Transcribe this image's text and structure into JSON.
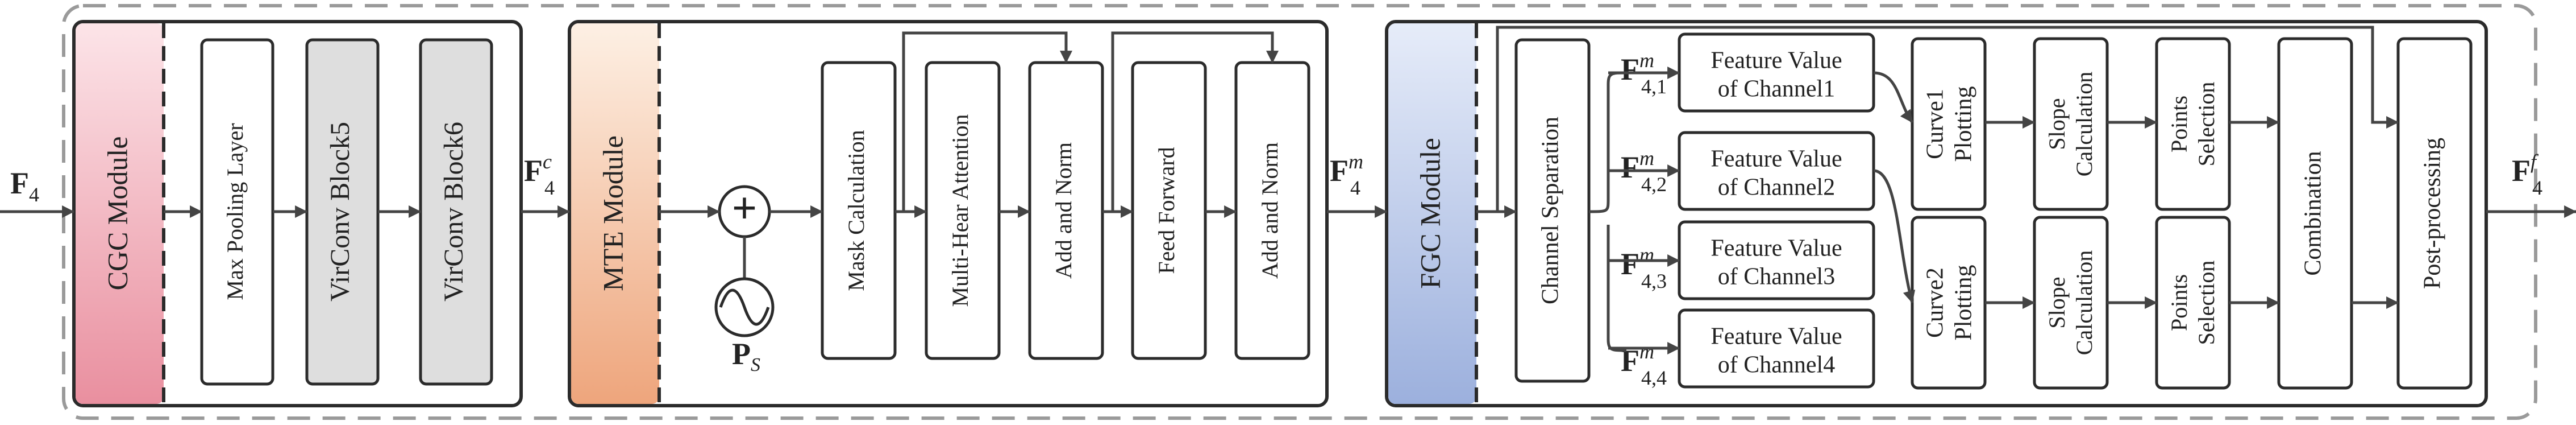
{
  "colors": {
    "stroke": "#2b2b2b",
    "outer_dash": "#9a9a9a",
    "cgc_grad": [
      "#fce4e8",
      "#e98f9f"
    ],
    "mte_grad": [
      "#fdf0e4",
      "#eea57c"
    ],
    "fgc_grad": [
      "#e6ecf9",
      "#9cb0dd"
    ],
    "virconv_fill": "#dedede"
  },
  "symbols": {
    "plus": "+",
    "sine_source": "sine-wave-source"
  },
  "io": {
    "f4": {
      "main": "F",
      "sub": "4",
      "sup": ""
    },
    "f4c": {
      "main": "F",
      "sub": "4",
      "sup": "c"
    },
    "f4m": {
      "main": "F",
      "sub": "4",
      "sup": "m"
    },
    "f4f": {
      "main": "F",
      "sub": "4",
      "sup": "f"
    },
    "ps": {
      "main": "P",
      "sub": "S"
    }
  },
  "cgc": {
    "label": "CGC Module",
    "blocks": [
      "Max Pooling Layer",
      "VirConv Block5",
      "VirConv Block6"
    ]
  },
  "mte": {
    "label": "MTE Module",
    "blocks": [
      "Mask Calculation",
      "Multi-Hear Attention",
      "Add and Norm",
      "Feed Forward",
      "Add and Norm"
    ]
  },
  "fgc": {
    "label": "FGC Module",
    "channel_separation": "Channel Separation",
    "channels": [
      {
        "feat_main": "F",
        "feat_sup": "m",
        "feat_sub": "4,1",
        "line1": "Feature Value",
        "line2": "of Channel1"
      },
      {
        "feat_main": "F",
        "feat_sup": "m",
        "feat_sub": "4,2",
        "line1": "Feature Value",
        "line2": "of Channel2"
      },
      {
        "feat_main": "F",
        "feat_sup": "m",
        "feat_sub": "4,3",
        "line1": "Feature Value",
        "line2": "of Channel3"
      },
      {
        "feat_main": "F",
        "feat_sup": "m",
        "feat_sub": "4,4",
        "line1": "Feature Value",
        "line2": "of Channel4"
      }
    ],
    "curve1": [
      "Curve1",
      "Plotting"
    ],
    "curve2": [
      "Curve2",
      "Plotting"
    ],
    "slope1": [
      "Slope",
      "Calculation"
    ],
    "slope2": [
      "Slope",
      "Calculation"
    ],
    "points1": [
      "Points",
      "Selection"
    ],
    "points2": [
      "Points",
      "Selection"
    ],
    "combination": "Combination",
    "post_processing": "Post-processing"
  }
}
